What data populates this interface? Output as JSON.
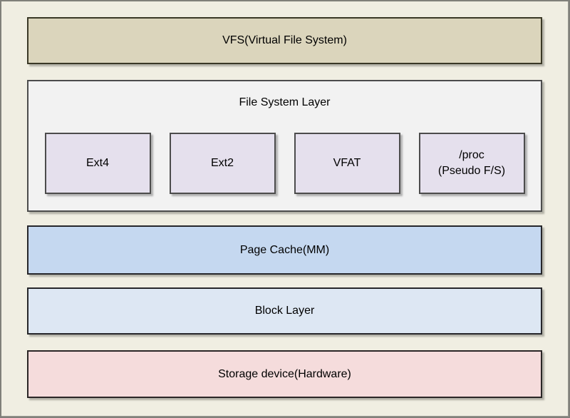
{
  "palette": {
    "page_background": "#f0eee2",
    "frame_border": "#80807a",
    "vfs_fill": "#dbd5bc",
    "file_system_fill": "#f2f2f2",
    "fs_item_fill": "#e5e0ed",
    "page_cache_fill": "#c5d8f0",
    "block_layer_fill": "#dde7f3",
    "storage_fill": "#f5dcdc",
    "text_color": "#000000"
  },
  "layers": {
    "vfs": {
      "label": "VFS(Virtual File System)",
      "fill": "#dbd5bc"
    },
    "file_system": {
      "label": "File System Layer",
      "fill": "#f2f2f2",
      "items": [
        {
          "label": "Ext4"
        },
        {
          "label": "Ext2"
        },
        {
          "label": "VFAT"
        },
        {
          "label": "/proc",
          "sublabel": "(Pseudo F/S)"
        }
      ]
    },
    "page_cache": {
      "label": "Page Cache(MM)",
      "fill": "#c5d8f0"
    },
    "block_layer": {
      "label": "Block Layer",
      "fill": "#dde7f3"
    },
    "storage_device": {
      "label": "Storage device(Hardware)",
      "fill": "#f5dcdc"
    }
  }
}
